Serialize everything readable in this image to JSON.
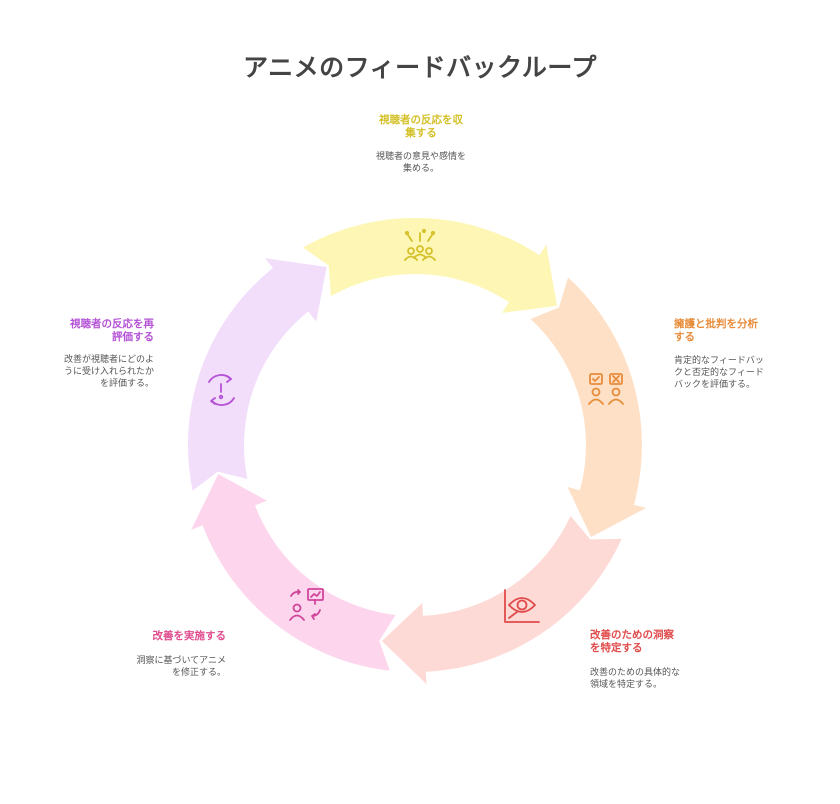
{
  "title": "アニメのフィードバックループ",
  "colors": {
    "title": "#444444",
    "description": "#555555"
  },
  "steps": [
    {
      "label_lines": [
        "視聴者の反応を収",
        "集する"
      ],
      "desc_lines": [
        "視聴者の意見や感情を",
        "集める。"
      ],
      "icon": "audience-feedback-icon",
      "label_color": "#D4C12A",
      "fill": "#FEF6B4",
      "icon_color": "#D4C12A"
    },
    {
      "label_lines": [
        "擁護と批判を分析",
        "する"
      ],
      "desc_lines": [
        "肯定的なフィードバッ",
        "クと否定的なフィード",
        "バックを評価する。"
      ],
      "icon": "approve-reject-icon",
      "label_color": "#E88C3A",
      "fill": "#FEE0C6",
      "icon_color": "#E88C3A"
    },
    {
      "label_lines": [
        "改善のための洞察",
        "を特定する"
      ],
      "desc_lines": [
        "改善のための具体的な",
        "領域を特定する。"
      ],
      "icon": "eye-chart-icon",
      "label_color": "#E04B4B",
      "fill": "#FEDAD6",
      "icon_color": "#E04B4B"
    },
    {
      "label_lines": [
        "改善を実施する"
      ],
      "desc_lines": [
        "洞察に基づいてアニメ",
        "を修正する。"
      ],
      "icon": "presentation-exchange-icon",
      "label_color": "#E04C8E",
      "fill": "#FDD6EE",
      "icon_color": "#D0459A"
    },
    {
      "label_lines": [
        "視聴者の反応を再",
        "評価する"
      ],
      "desc_lines": [
        "改善が視聴者にどのよ",
        "うに受け入れられたか",
        "を評価する。"
      ],
      "icon": "refresh-alert-icon",
      "label_color": "#B553D6",
      "fill": "#F2DDFB",
      "icon_color": "#B553D6"
    }
  ]
}
